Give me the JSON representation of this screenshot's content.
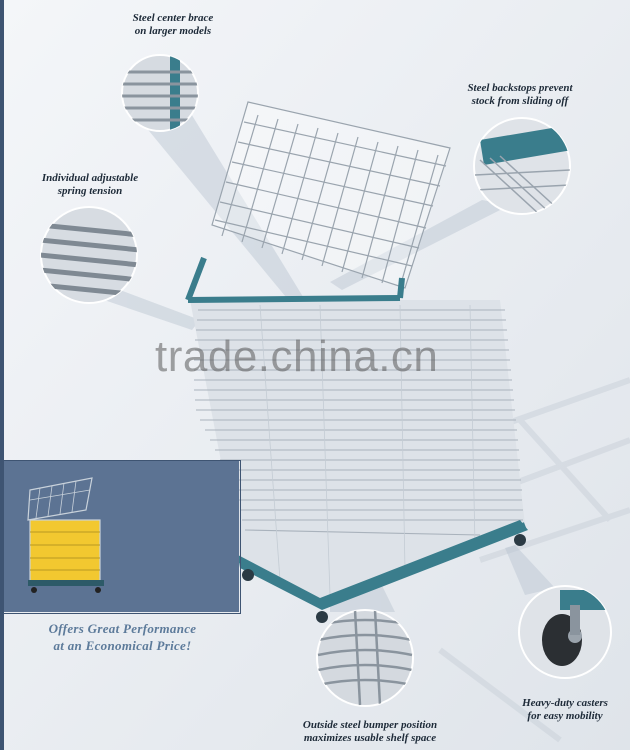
{
  "captions": {
    "center_brace": [
      "Steel center brace",
      "on larger models"
    ],
    "backstops": [
      "Steel backstops prevent",
      "stock from sliding off"
    ],
    "spring": [
      "Individual adjustable",
      "spring tension"
    ],
    "bumper": [
      "Outside steel bumper position",
      "maximizes usable shelf space"
    ],
    "casters": [
      "Heavy-duty casters",
      "for easy mobility"
    ]
  },
  "promo": [
    "Offers Great Performance",
    "at an Economical Price!"
  ],
  "watermark": "trade.china.cn",
  "colors": {
    "frame": "#3a7d8c",
    "panel": "#5c7393",
    "promo_text": "#5c7a9a",
    "caption_text": "#1d2a38",
    "yellow_shelf": "#f2c830"
  }
}
